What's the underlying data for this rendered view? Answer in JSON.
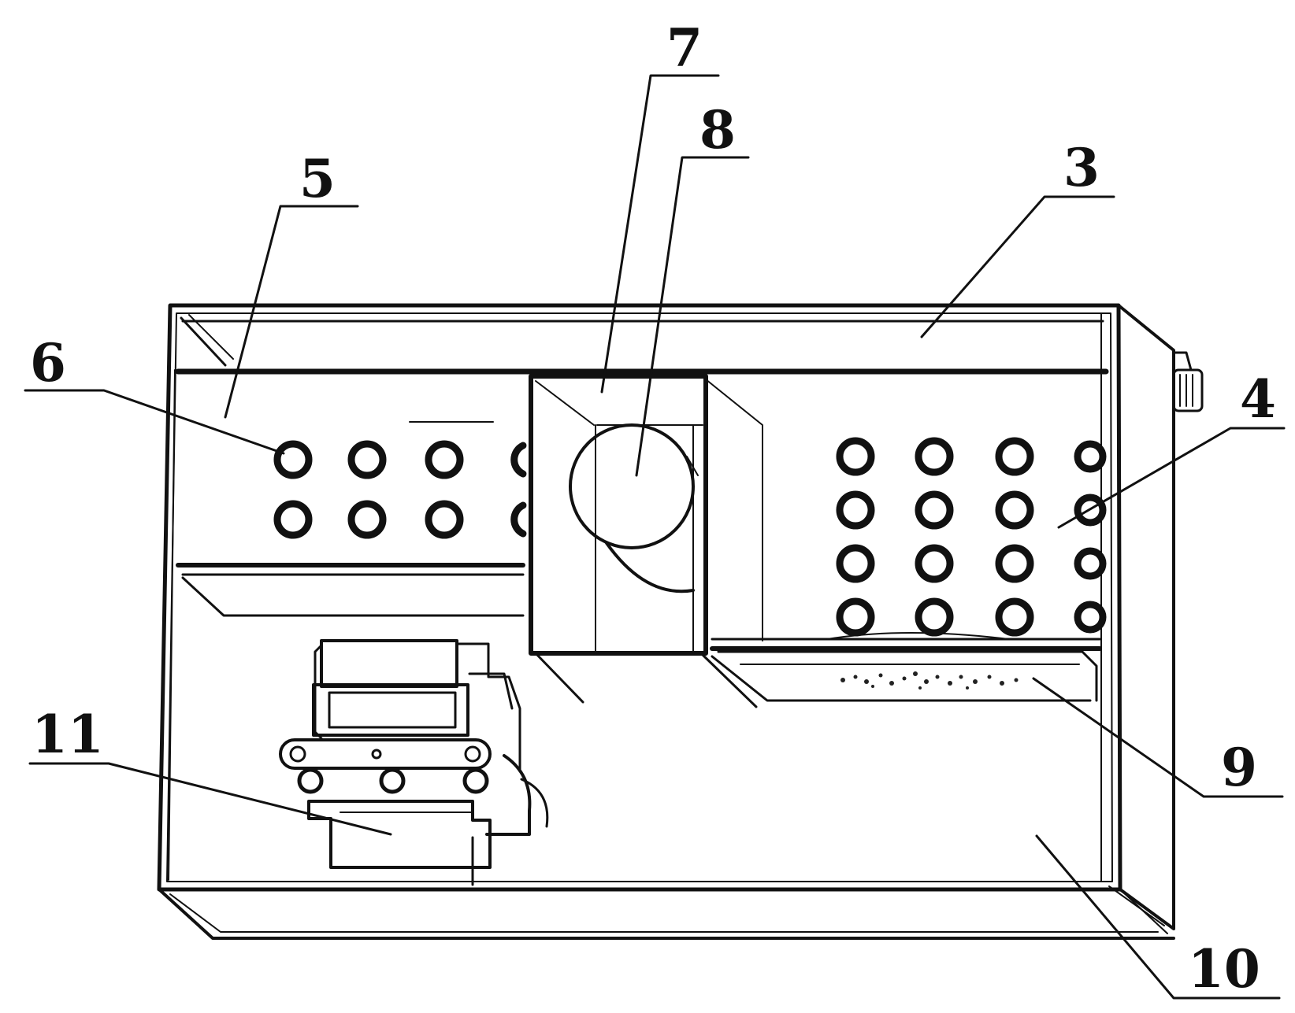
{
  "callouts": [
    {
      "id": "3",
      "label": "3"
    },
    {
      "id": "4",
      "label": "4"
    },
    {
      "id": "5",
      "label": "5"
    },
    {
      "id": "6",
      "label": "6"
    },
    {
      "id": "7",
      "label": "7"
    },
    {
      "id": "8",
      "label": "8"
    },
    {
      "id": "9",
      "label": "9"
    },
    {
      "id": "10",
      "label": "10"
    },
    {
      "id": "11",
      "label": "11"
    }
  ]
}
